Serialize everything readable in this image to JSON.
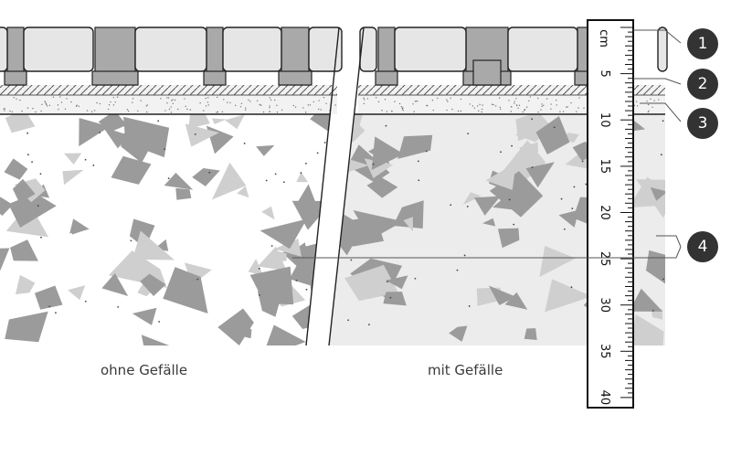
{
  "panels": [
    {
      "caption": "ohne Gefälle"
    },
    {
      "caption": "mit Gefälle"
    }
  ],
  "ruler": {
    "unit": "cm",
    "major_labels": [
      "5",
      "10",
      "15",
      "20",
      "25",
      "30",
      "35",
      "40"
    ]
  },
  "callouts": [
    "1",
    "2",
    "3",
    "4"
  ],
  "colors": {
    "stone_fill": "#e6e6e6",
    "joint_fill": "#a9a9a9",
    "bedding": "#f2f2f2",
    "aggregate_light": "#cfcfcf",
    "aggregate_dark": "#9b9b9b",
    "base_left": "#ffffff",
    "base_right": "#ececec",
    "outline": "#222222",
    "callout_fill": "#333333"
  }
}
